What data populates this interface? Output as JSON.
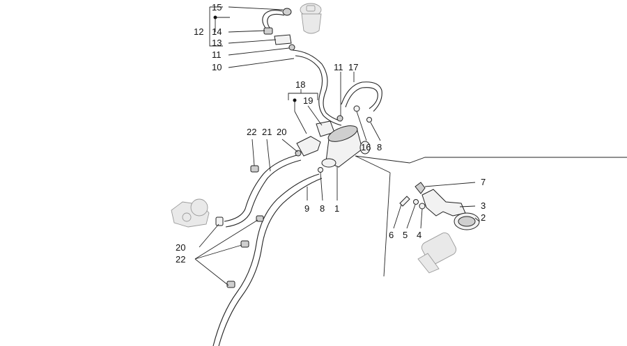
{
  "labels": {
    "l15": "15",
    "l12": "12",
    "l14": "14",
    "l13": "13",
    "l11a": "11",
    "l10": "10",
    "l11b": "11",
    "l17": "17",
    "l18": "18",
    "l19": "19",
    "l16": "16",
    "l8a": "8",
    "l22a": "22",
    "l21": "21",
    "l20a": "20",
    "l9": "9",
    "l8b": "8",
    "l1": "1",
    "l7": "7",
    "l3": "3",
    "l2": "2",
    "l6": "6",
    "l5": "5",
    "l4": "4",
    "l20b": "20",
    "l22b": "22"
  }
}
